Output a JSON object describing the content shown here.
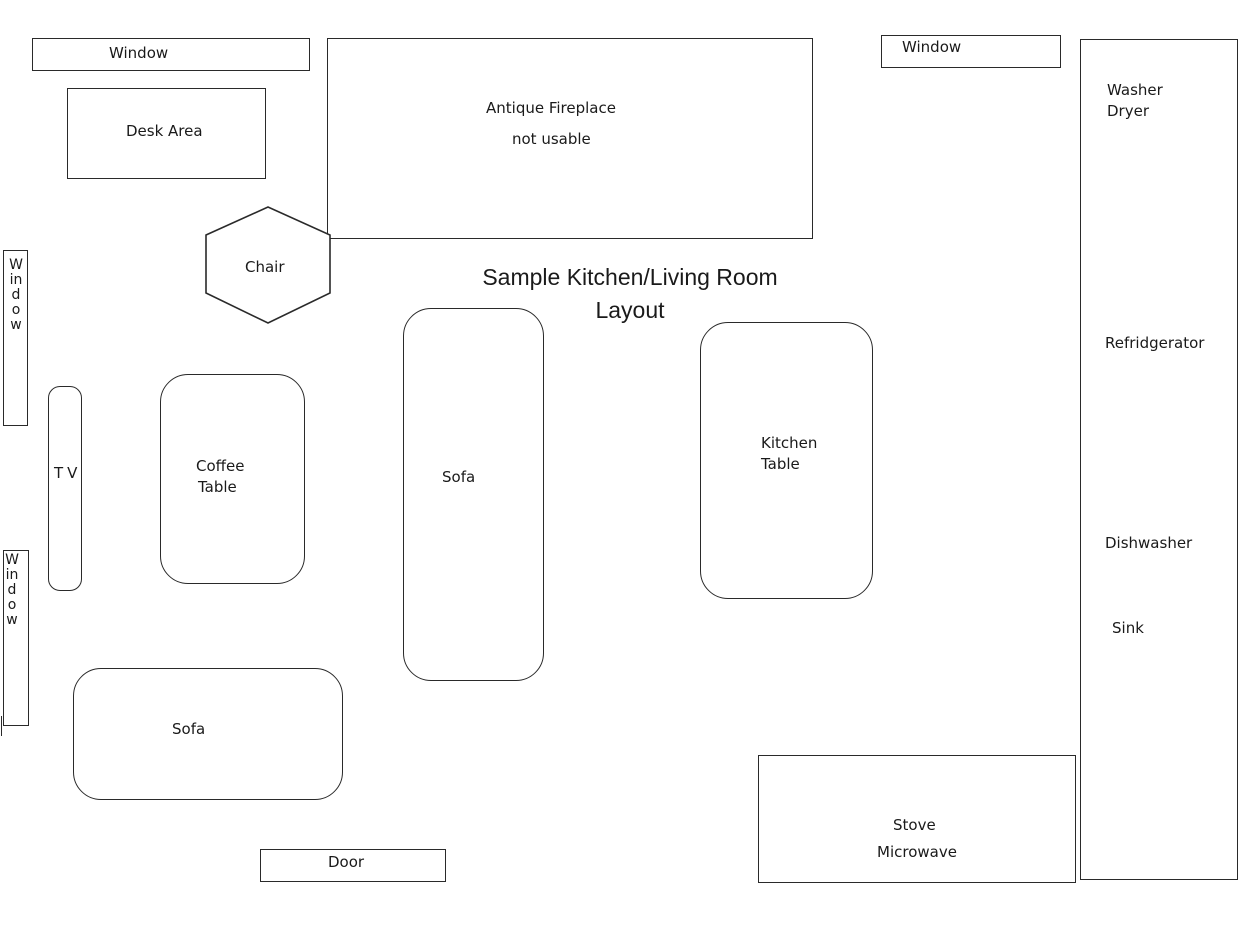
{
  "title": "Sample Kitchen/Living Room Layout",
  "title_lines": [
    "Sample Kitchen/Living Room",
    "Layout"
  ],
  "items": {
    "window_top_left": "Window",
    "window_top_right": "Window",
    "window_left_upper": "Window",
    "window_left_lower": "Window",
    "desk_area": "Desk Area",
    "fireplace": [
      "Antique Fireplace",
      "not usable"
    ],
    "chair": "Chair",
    "tv": "TV",
    "coffee_table": [
      "Coffee",
      "Table"
    ],
    "sofa_center": "Sofa",
    "sofa_bottom": "Sofa",
    "kitchen_table": [
      "Kitchen",
      "Table"
    ],
    "appliance_column": {
      "washer_dryer": [
        "Washer",
        "Dryer"
      ],
      "refrigerator": "Refridgerator",
      "dishwasher": "Dishwasher",
      "sink": "Sink"
    },
    "stove_microwave": [
      "Stove",
      "Microwave"
    ],
    "door": "Door"
  }
}
